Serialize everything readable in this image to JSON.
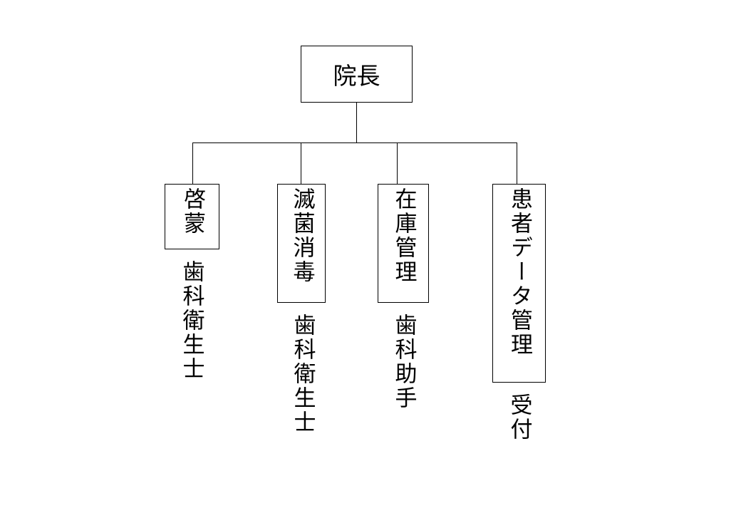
{
  "root": {
    "label": "院長"
  },
  "departments": [
    {
      "label": "啓蒙",
      "role": "歯科衛生士"
    },
    {
      "label": "滅菌消毒",
      "role": "歯科衛生士"
    },
    {
      "label": "在庫管理",
      "role": "歯科助手"
    },
    {
      "label": "患者データ管理",
      "role": "受付"
    }
  ]
}
